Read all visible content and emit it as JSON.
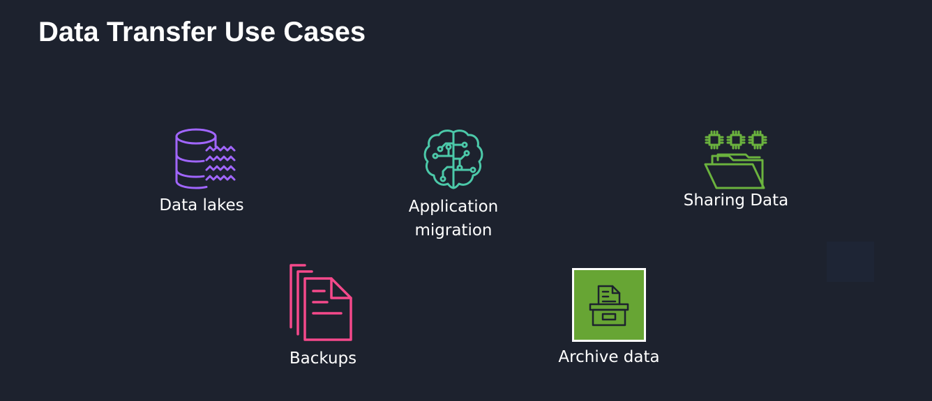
{
  "slide": {
    "title": "Data Transfer Use Cases"
  },
  "use_cases": [
    {
      "label_lines": [
        "Data lakes"
      ],
      "icon": "database-waves-icon",
      "color": "#a166ff"
    },
    {
      "label_lines": [
        "Application",
        "migration"
      ],
      "icon": "brain-circuit-icon",
      "color": "#4cc9a9"
    },
    {
      "label_lines": [
        "Sharing Data"
      ],
      "icon": "folder-chips-icon",
      "color": "#6bb33e"
    },
    {
      "label_lines": [
        "Backups"
      ],
      "icon": "stacked-documents-icon",
      "color": "#f5498b"
    },
    {
      "label_lines": [
        "Archive data"
      ],
      "icon": "archive-box-icon",
      "color": "#67a534"
    }
  ]
}
